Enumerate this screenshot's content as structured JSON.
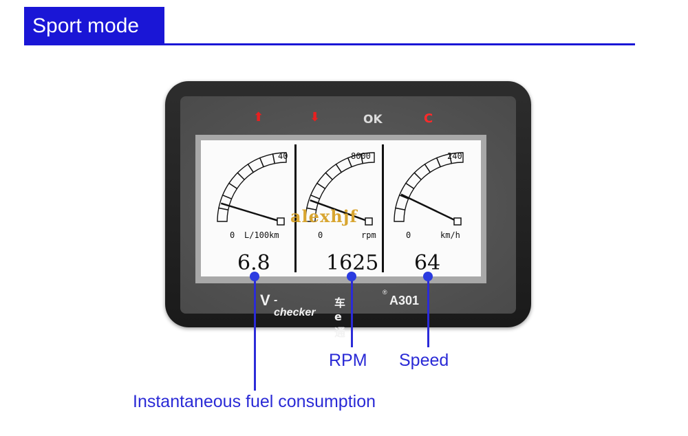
{
  "header": {
    "title": "Sport mode"
  },
  "device": {
    "buttons": {
      "up": "⬆",
      "down": "⬇",
      "ok": "OK",
      "clear": "C"
    },
    "brand": {
      "check": "V",
      "name": "-checker",
      "cn": "车e通",
      "reg": "®",
      "model": "A301"
    },
    "watermark": "alexhjf",
    "gauges": [
      {
        "max": "40",
        "zero": "0",
        "unit": "L/100km",
        "value": "6.8",
        "max_num": 40,
        "reading": 6.8
      },
      {
        "max": "8000",
        "zero": "0",
        "unit": "rpm",
        "value": "1625",
        "max_num": 8000,
        "reading": 1625
      },
      {
        "max": "240",
        "zero": "0",
        "unit": "km/h",
        "value": "64",
        "max_num": 240,
        "reading": 64
      }
    ]
  },
  "callouts": {
    "fuel": "Instantaneous fuel consumption",
    "rpm": "RPM",
    "speed": "Speed"
  },
  "colors": {
    "accent": "#1a16d6",
    "callout": "#2b3be0",
    "button_red": "#e82020"
  }
}
